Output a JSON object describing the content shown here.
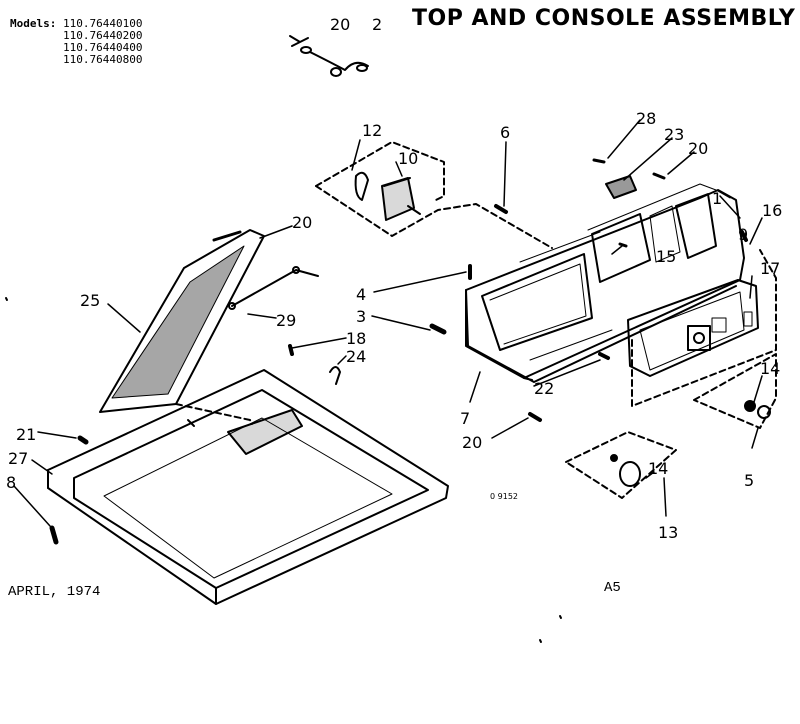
{
  "title": "TOP AND CONSOLE ASSEMBLY",
  "models": {
    "label": "Models:",
    "numbers": [
      "110.76440100",
      "110.76440200",
      "110.76440400",
      "110.76440800"
    ]
  },
  "footer": {
    "date": "APRIL, 1974",
    "page": "A5"
  },
  "figure_code": "0 9152",
  "callouts": [
    "20",
    "2",
    "12",
    "10",
    "6",
    "28",
    "23",
    "20",
    "1",
    "16",
    "20",
    "15",
    "9",
    "17",
    "25",
    "29",
    "4",
    "3",
    "18",
    "24",
    "14",
    "21",
    "22",
    "7",
    "20",
    "27",
    "8",
    "5",
    "14",
    "13"
  ]
}
